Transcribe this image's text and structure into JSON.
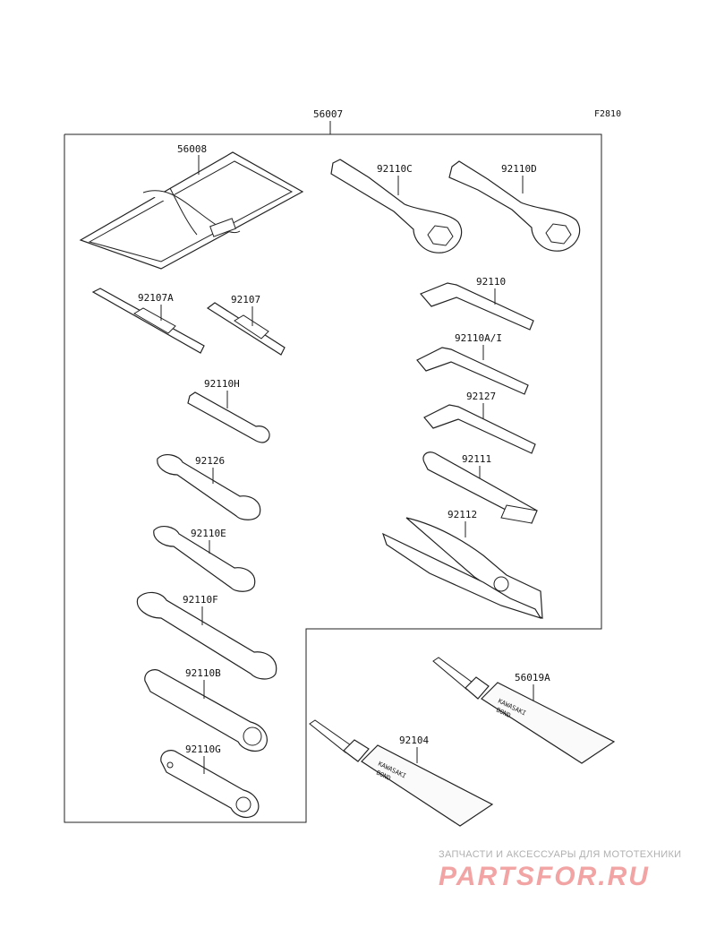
{
  "figure_code": "F2810",
  "labels": {
    "kit": "56007",
    "bag": "56008",
    "wrench_c": "92110C",
    "wrench_d": "92110D",
    "screwdriver_a": "92107A",
    "screwdriver": "92107",
    "hex_92110": "92110",
    "hex_92110ai": "92110A/I",
    "spanner_h": "92110H",
    "hex_92127": "92127",
    "spanner_92126": "92126",
    "bar_92111": "92111",
    "spanner_e": "92110E",
    "pliers": "92112",
    "spanner_f": "92110F",
    "socket_b": "92110B",
    "bond_56019a": "56019A",
    "bond_92104": "92104",
    "socket_g": "92110G"
  },
  "tube_text": {
    "brand": "KAWASAKI",
    "product": "BOND"
  },
  "watermark": {
    "tagline": "ЗАПЧАСТИ И АКСЕССУАРЫ ДЛЯ МОТОТЕХНИКИ",
    "logo": "PARTSFOR.RU"
  },
  "colors": {
    "line": "#222222",
    "watermark_logo": "#f2a3a3",
    "watermark_text": "#b0b0b0"
  }
}
